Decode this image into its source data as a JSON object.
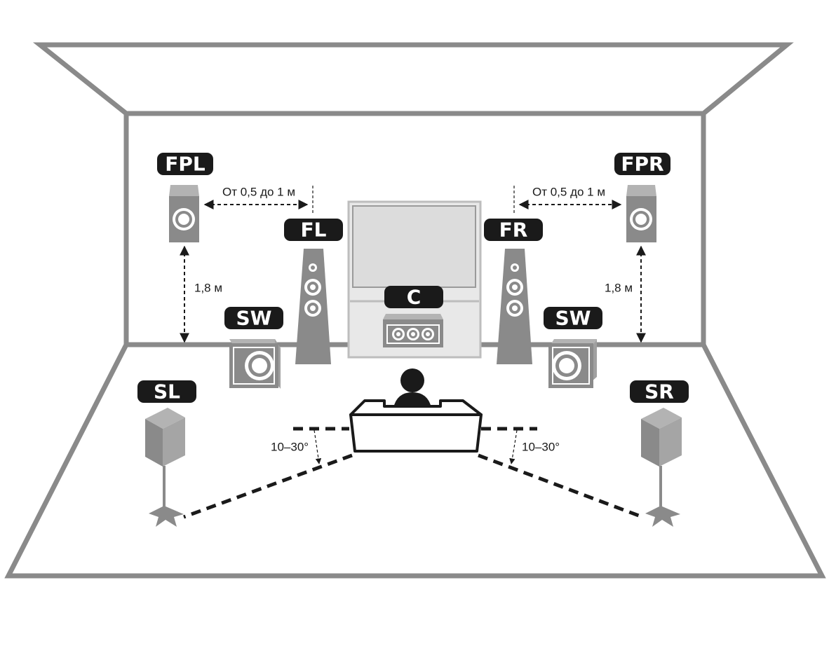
{
  "labels": {
    "fpl": "FPL",
    "fpr": "FPR",
    "fl": "FL",
    "fr": "FR",
    "c": "C",
    "sw_left": "SW",
    "sw_right": "SW",
    "sl": "SL",
    "sr": "SR"
  },
  "measurements": {
    "presence_offset_left": "От 0,5 до 1 м",
    "presence_offset_right": "От 0,5 до 1 м",
    "presence_height_left": "1,8 м",
    "presence_height_right": "1,8 м",
    "surround_angle_left": "10–30°",
    "surround_angle_right": "10–30°"
  },
  "colors": {
    "outline": "#8a8a8a",
    "label_background": "#1a1a1a",
    "label_text": "#ffffff",
    "screen": "#dcdcdc"
  }
}
